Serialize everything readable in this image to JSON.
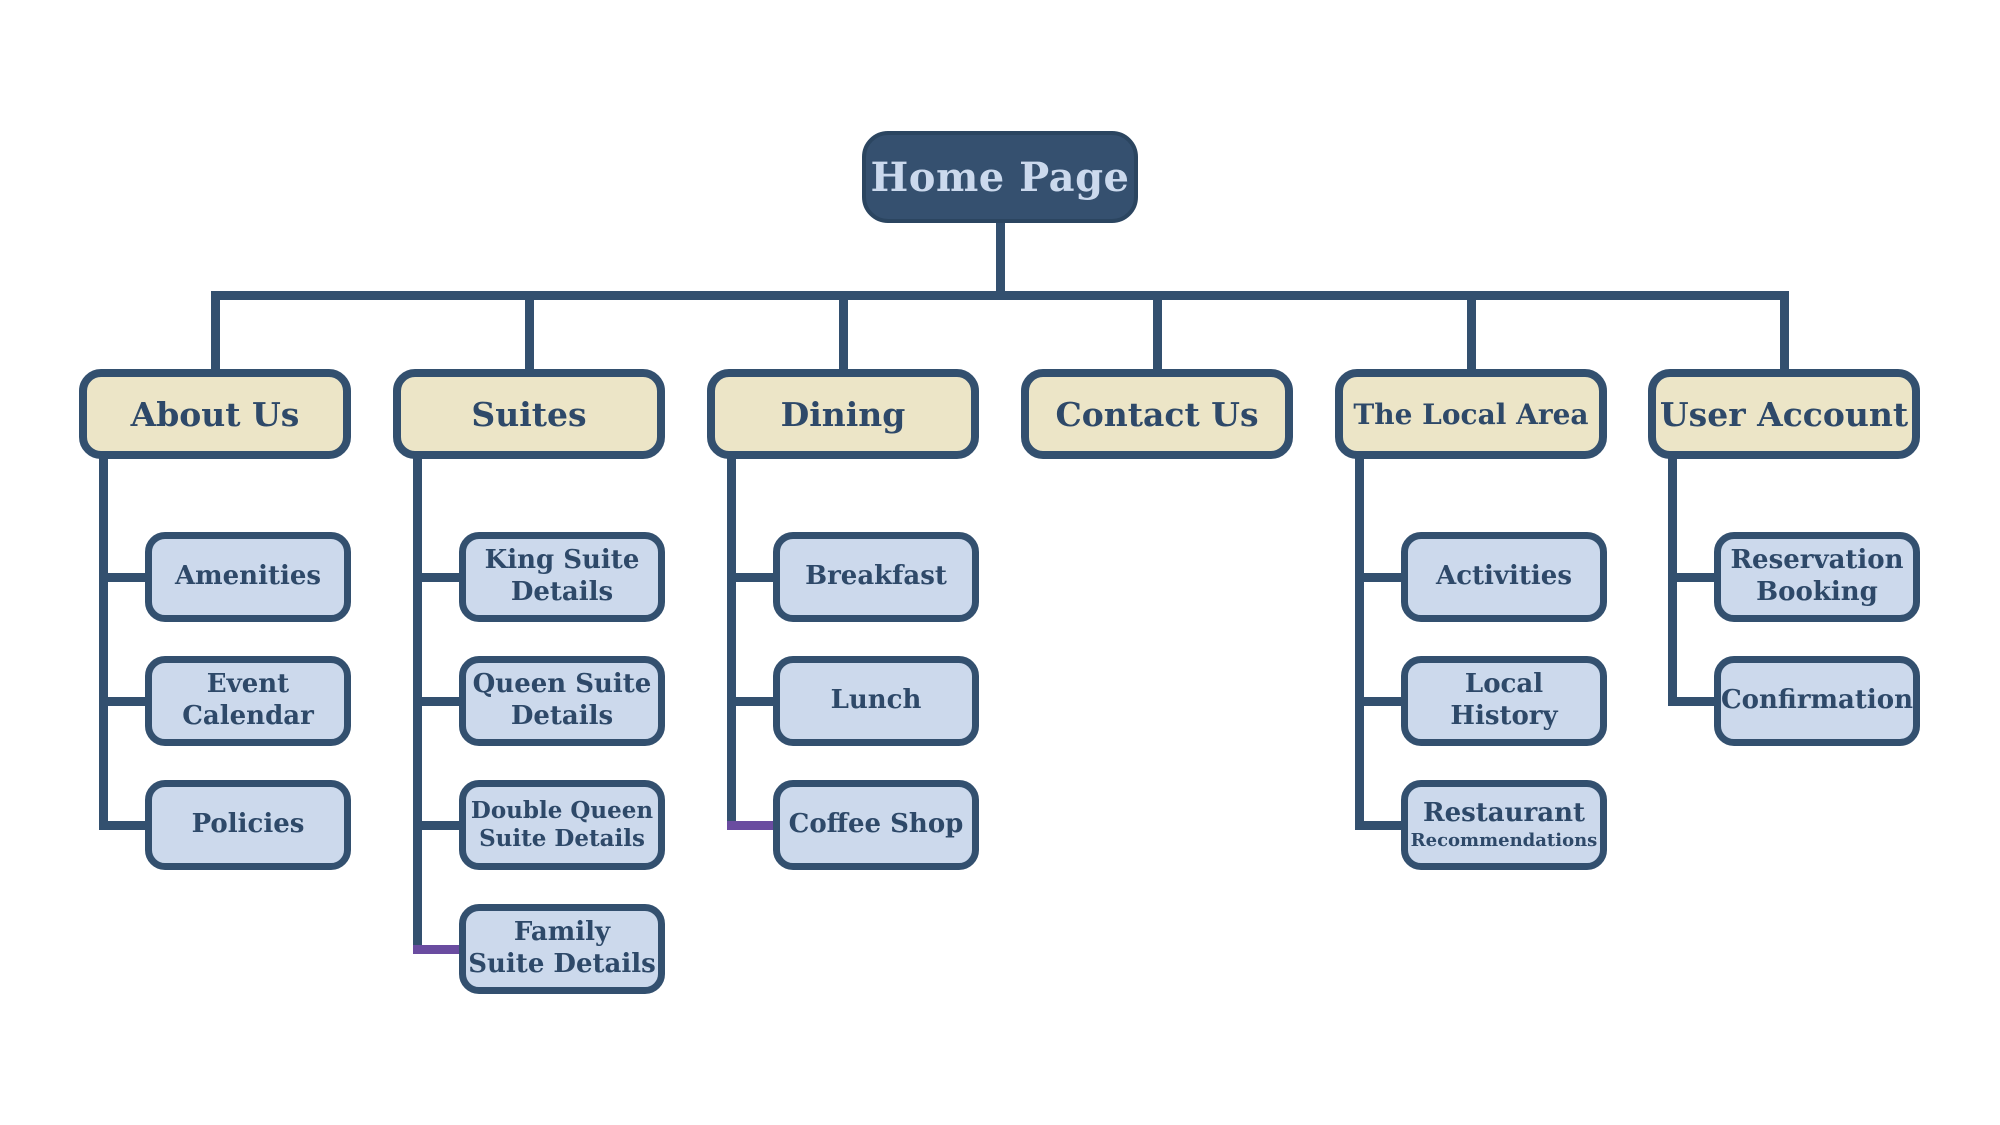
{
  "diagram": {
    "type": "sitemap",
    "background": "#FFFFFF",
    "colors": {
      "navy": "#33506F",
      "node_text": "#2E4969",
      "home_fill": "#35506F",
      "home_border": "#2B4560",
      "home_text": "#CBD9ED",
      "section_fill": "#ECE5C7",
      "child_fill": "#CCD9EC",
      "purple": "#6A4CA0"
    },
    "root": {
      "label": "Home Page"
    },
    "sections": [
      {
        "label": "About Us",
        "children": [
          {
            "lines": [
              "Amenities"
            ]
          },
          {
            "lines": [
              "Event",
              "Calendar"
            ]
          },
          {
            "lines": [
              "Policies"
            ]
          }
        ]
      },
      {
        "label": "Suites",
        "children": [
          {
            "lines": [
              "King Suite",
              "Details"
            ]
          },
          {
            "lines": [
              "Queen Suite",
              "Details"
            ]
          },
          {
            "lines": [
              "Double Queen",
              "Suite Details"
            ],
            "size": "small"
          },
          {
            "lines": [
              "Family",
              "Suite Details"
            ],
            "connector": "purple"
          }
        ]
      },
      {
        "label": "Dining",
        "children": [
          {
            "lines": [
              "Breakfast"
            ]
          },
          {
            "lines": [
              "Lunch"
            ]
          },
          {
            "lines": [
              "Coffee Shop"
            ],
            "connector": "purple"
          }
        ]
      },
      {
        "label": "Contact Us",
        "children": []
      },
      {
        "label": "The Local Area",
        "size": "small",
        "children": [
          {
            "lines": [
              "Activities"
            ]
          },
          {
            "lines": [
              "Local",
              "History"
            ]
          },
          {
            "lines": [
              "Restaurant"
            ],
            "subline": "Recommendations"
          }
        ]
      },
      {
        "label": "User Account",
        "children": [
          {
            "lines": [
              "Reservation",
              "Booking"
            ]
          },
          {
            "lines": [
              "Confirmation"
            ]
          }
        ]
      }
    ]
  }
}
